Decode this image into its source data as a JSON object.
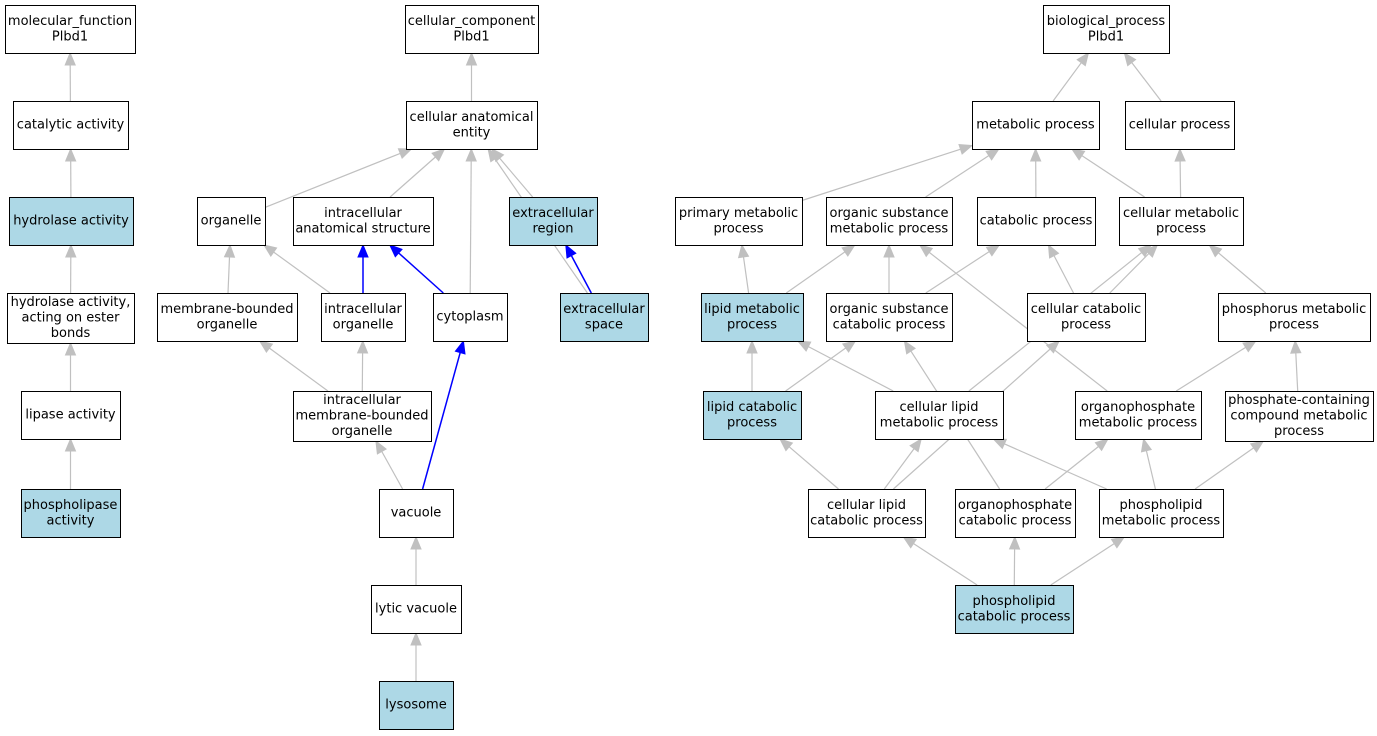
{
  "colors": {
    "background": "#ffffff",
    "node_plain": "#ffffff",
    "node_highlight": "#add8e6",
    "node_border": "#000000",
    "edge_default": "#c0c0c0",
    "edge_highlight": "#0000ff"
  },
  "nodes": [
    {
      "id": "mf",
      "lines": [
        "molecular_function",
        "Plbd1"
      ],
      "highlight": false
    },
    {
      "id": "catalytic",
      "lines": [
        "catalytic activity"
      ],
      "highlight": false
    },
    {
      "id": "hydrolase",
      "lines": [
        "hydrolase activity"
      ],
      "highlight": true
    },
    {
      "id": "hydrolase_ester",
      "lines": [
        "hydrolase activity,",
        "acting on ester",
        "bonds"
      ],
      "highlight": false
    },
    {
      "id": "lipase",
      "lines": [
        "lipase activity"
      ],
      "highlight": false
    },
    {
      "id": "phospholipase",
      "lines": [
        "phospholipase",
        "activity"
      ],
      "highlight": true
    },
    {
      "id": "cc",
      "lines": [
        "cellular_component",
        "Plbd1"
      ],
      "highlight": false
    },
    {
      "id": "cae",
      "lines": [
        "cellular anatomical",
        "entity"
      ],
      "highlight": false
    },
    {
      "id": "organelle",
      "lines": [
        "organelle"
      ],
      "highlight": false
    },
    {
      "id": "ias",
      "lines": [
        "intracellular",
        "anatomical structure"
      ],
      "highlight": false
    },
    {
      "id": "extra_region",
      "lines": [
        "extracellular",
        "region"
      ],
      "highlight": true
    },
    {
      "id": "mbo",
      "lines": [
        "membrane-bounded",
        "organelle"
      ],
      "highlight": false
    },
    {
      "id": "io",
      "lines": [
        "intracellular",
        "organelle"
      ],
      "highlight": false
    },
    {
      "id": "cytoplasm",
      "lines": [
        "cytoplasm"
      ],
      "highlight": false
    },
    {
      "id": "extra_space",
      "lines": [
        "extracellular",
        "space"
      ],
      "highlight": true
    },
    {
      "id": "imbo",
      "lines": [
        "intracellular",
        "membrane-bounded",
        "organelle"
      ],
      "highlight": false
    },
    {
      "id": "vacuole",
      "lines": [
        "vacuole"
      ],
      "highlight": false
    },
    {
      "id": "lytic",
      "lines": [
        "lytic vacuole"
      ],
      "highlight": false
    },
    {
      "id": "lysosome",
      "lines": [
        "lysosome"
      ],
      "highlight": true
    },
    {
      "id": "bp",
      "lines": [
        "biological_process",
        "Plbd1"
      ],
      "highlight": false
    },
    {
      "id": "metabolic",
      "lines": [
        "metabolic process"
      ],
      "highlight": false
    },
    {
      "id": "cellular",
      "lines": [
        "cellular process"
      ],
      "highlight": false
    },
    {
      "id": "primary",
      "lines": [
        "primary metabolic",
        "process"
      ],
      "highlight": false
    },
    {
      "id": "osmp",
      "lines": [
        "organic substance",
        "metabolic process"
      ],
      "highlight": false
    },
    {
      "id": "catabolic",
      "lines": [
        "catabolic process"
      ],
      "highlight": false
    },
    {
      "id": "cmp",
      "lines": [
        "cellular metabolic",
        "process"
      ],
      "highlight": false
    },
    {
      "id": "lipid_mp",
      "lines": [
        "lipid metabolic",
        "process"
      ],
      "highlight": true
    },
    {
      "id": "oscp",
      "lines": [
        "organic substance",
        "catabolic process"
      ],
      "highlight": false
    },
    {
      "id": "ccp",
      "lines": [
        "cellular catabolic",
        "process"
      ],
      "highlight": false
    },
    {
      "id": "phos_mp",
      "lines": [
        "phosphorus metabolic",
        "process"
      ],
      "highlight": false
    },
    {
      "id": "lipid_cp",
      "lines": [
        "lipid catabolic",
        "process"
      ],
      "highlight": true
    },
    {
      "id": "clmp",
      "lines": [
        "cellular lipid",
        "metabolic process"
      ],
      "highlight": false
    },
    {
      "id": "opmp",
      "lines": [
        "organophosphate",
        "metabolic process"
      ],
      "highlight": false
    },
    {
      "id": "pccmp",
      "lines": [
        "phosphate-containing",
        "compound metabolic",
        "process"
      ],
      "highlight": false
    },
    {
      "id": "clcp",
      "lines": [
        "cellular lipid",
        "catabolic process"
      ],
      "highlight": false
    },
    {
      "id": "opcp",
      "lines": [
        "organophosphate",
        "catabolic process"
      ],
      "highlight": false
    },
    {
      "id": "plmp",
      "lines": [
        "phospholipid",
        "metabolic process"
      ],
      "highlight": false
    },
    {
      "id": "plcp",
      "lines": [
        "phospholipid",
        "catabolic process"
      ],
      "highlight": true
    }
  ],
  "edges": [
    {
      "from": "catalytic",
      "to": "mf"
    },
    {
      "from": "hydrolase",
      "to": "catalytic"
    },
    {
      "from": "hydrolase_ester",
      "to": "hydrolase"
    },
    {
      "from": "lipase",
      "to": "hydrolase_ester"
    },
    {
      "from": "phospholipase",
      "to": "lipase"
    },
    {
      "from": "cae",
      "to": "cc"
    },
    {
      "from": "organelle",
      "to": "cae"
    },
    {
      "from": "ias",
      "to": "cae"
    },
    {
      "from": "cytoplasm",
      "to": "cae"
    },
    {
      "from": "extra_region",
      "to": "cae"
    },
    {
      "from": "extra_space",
      "to": "cae"
    },
    {
      "from": "mbo",
      "to": "organelle"
    },
    {
      "from": "io",
      "to": "organelle"
    },
    {
      "from": "io",
      "to": "ias",
      "highlight": true
    },
    {
      "from": "cytoplasm",
      "to": "ias",
      "highlight": true
    },
    {
      "from": "extra_space",
      "to": "extra_region",
      "highlight": true
    },
    {
      "from": "imbo",
      "to": "mbo"
    },
    {
      "from": "imbo",
      "to": "io"
    },
    {
      "from": "vacuole",
      "to": "imbo"
    },
    {
      "from": "vacuole",
      "to": "cytoplasm",
      "highlight": true
    },
    {
      "from": "lytic",
      "to": "vacuole"
    },
    {
      "from": "lysosome",
      "to": "lytic"
    },
    {
      "from": "metabolic",
      "to": "bp"
    },
    {
      "from": "cellular",
      "to": "bp"
    },
    {
      "from": "primary",
      "to": "metabolic"
    },
    {
      "from": "osmp",
      "to": "metabolic"
    },
    {
      "from": "catabolic",
      "to": "metabolic"
    },
    {
      "from": "cmp",
      "to": "metabolic"
    },
    {
      "from": "cmp",
      "to": "cellular"
    },
    {
      "from": "lipid_mp",
      "to": "primary"
    },
    {
      "from": "lipid_mp",
      "to": "osmp"
    },
    {
      "from": "oscp",
      "to": "osmp"
    },
    {
      "from": "oscp",
      "to": "catabolic"
    },
    {
      "from": "ccp",
      "to": "catabolic"
    },
    {
      "from": "ccp",
      "to": "cmp"
    },
    {
      "from": "phos_mp",
      "to": "cmp"
    },
    {
      "from": "opmp",
      "to": "osmp"
    },
    {
      "from": "clmp",
      "to": "cmp"
    },
    {
      "from": "lipid_cp",
      "to": "lipid_mp"
    },
    {
      "from": "lipid_cp",
      "to": "oscp"
    },
    {
      "from": "clmp",
      "to": "lipid_mp"
    },
    {
      "from": "opmp",
      "to": "phos_mp"
    },
    {
      "from": "pccmp",
      "to": "phos_mp"
    },
    {
      "from": "clcp",
      "to": "lipid_cp"
    },
    {
      "from": "clcp",
      "to": "clmp"
    },
    {
      "from": "clcp",
      "to": "ccp"
    },
    {
      "from": "opcp",
      "to": "opmp"
    },
    {
      "from": "opcp",
      "to": "oscp"
    },
    {
      "from": "plmp",
      "to": "clmp"
    },
    {
      "from": "plmp",
      "to": "opmp"
    },
    {
      "from": "plmp",
      "to": "pccmp"
    },
    {
      "from": "plcp",
      "to": "clcp"
    },
    {
      "from": "plcp",
      "to": "opcp"
    },
    {
      "from": "plcp",
      "to": "plmp"
    }
  ]
}
